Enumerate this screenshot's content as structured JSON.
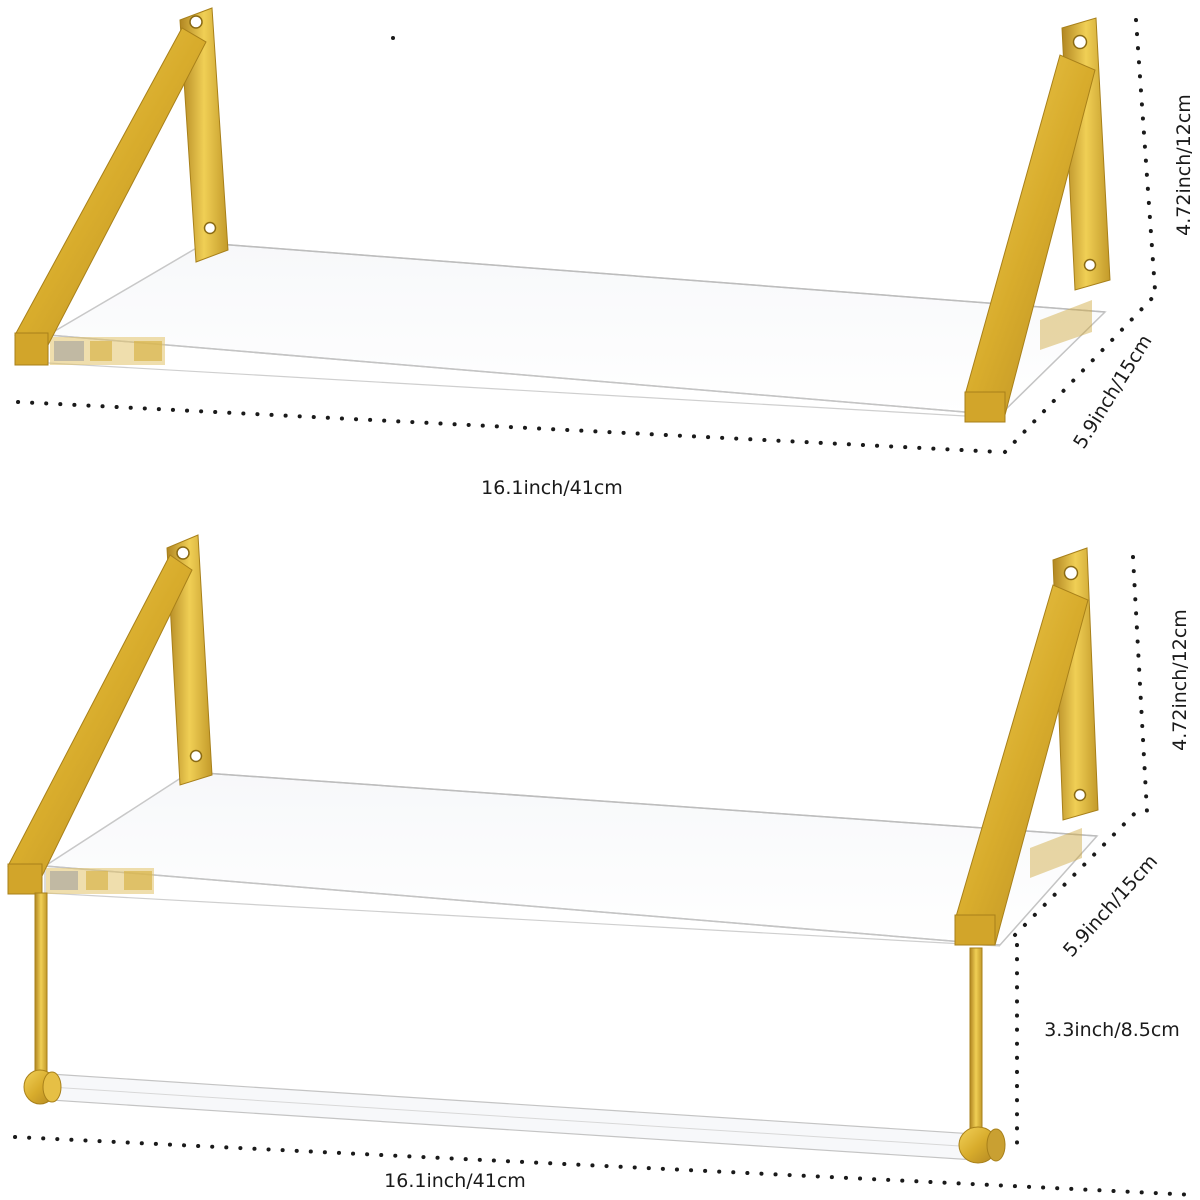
{
  "colors": {
    "background": "#ffffff",
    "gold": "#d8ac2c",
    "gold_light": "#ecc84a",
    "gold_dark": "#a8801a",
    "acrylic_edge": "#c8c8c8",
    "dotted_line": "#1a1a1a",
    "label_text": "#1a1a1a"
  },
  "shelf_top": {
    "width_label": "16.1inch/41cm",
    "depth_label": "5.9inch/15cm",
    "height_label": "4.72inch/12cm"
  },
  "shelf_bottom": {
    "width_label": "16.1inch/41cm",
    "depth_label": "5.9inch/15cm",
    "height_label": "4.72inch/12cm",
    "towel_bar_drop_label": "3.3inch/8.5cm"
  }
}
